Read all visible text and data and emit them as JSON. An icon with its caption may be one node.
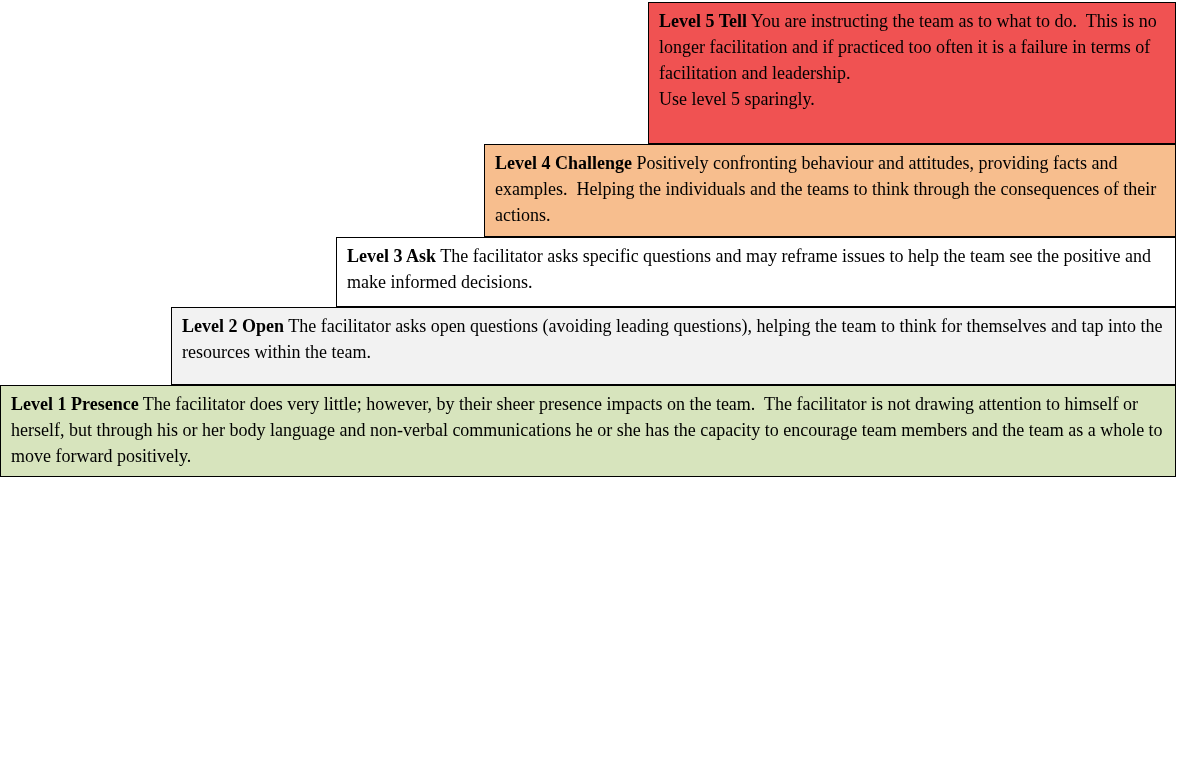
{
  "diagram": {
    "nodes": [
      {
        "text": [
          "Level 5 Tell",
          "You are instructing the team as to what to do.  This is no longer facilitation and if practiced too often it is a failure in terms of facilitation and leadership.",
          "Use level 5 sparingly."
        ]
      },
      {
        "text": [
          "Level 4 Challenge",
          "Positively confronting behaviour and attitudes, providing facts and examples.  Helping the individuals and the teams to think through the consequences of their actions."
        ]
      },
      {
        "text": [
          "Level 3 Ask",
          "The facilitator asks specific questions and may reframe issues to help the team see the positive and make informed decisions."
        ]
      },
      {
        "text": [
          "Level 2 Open",
          "The facilitator asks open questions (avoiding leading questions), helping the team to think for themselves and tap into the resources within the team."
        ]
      },
      {
        "text": [
          "Level 1 Presence",
          "The facilitator does very little; however, by their sheer presence impacts on the team.  The facilitator is not drawing attention to himself or herself, but through his or her body language and non-verbal communications he or she has the capacity to encourage team members and the team as a whole to move forward positively."
        ]
      }
    ]
  }
}
